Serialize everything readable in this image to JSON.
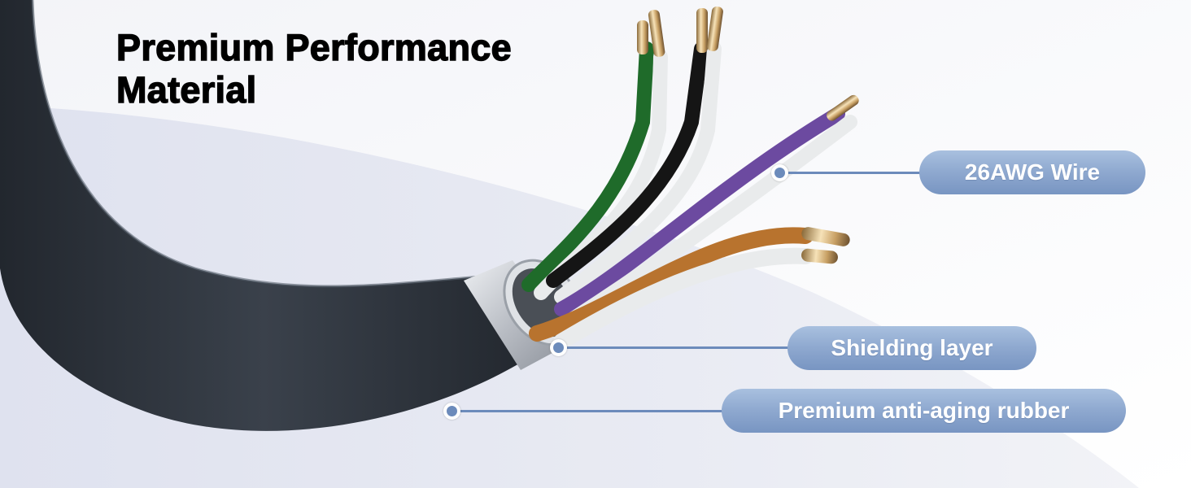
{
  "headline": {
    "line1": "Premium Performance",
    "line2": "Material"
  },
  "callouts": [
    {
      "label": "26AWG Wire",
      "target": "twisted-pair-wire",
      "icon": "callout-dot-icon"
    },
    {
      "label": "Shielding layer",
      "target": "foil-shield",
      "icon": "callout-dot-icon"
    },
    {
      "label": "Premium anti-aging rubber",
      "target": "outer-jacket",
      "icon": "callout-dot-icon"
    }
  ],
  "colors": {
    "accent_line": "#6c8bbb",
    "pill_top": "#a9c0df",
    "pill_bottom": "#7895c2",
    "jacket": "#2f353d",
    "shield": "#c9ccd2",
    "wire_green": "#1f6b2a",
    "wire_black": "#151515",
    "wire_purple": "#6c4aa0",
    "wire_orange": "#b8732e",
    "wire_white": "#e9ebec",
    "conductor_gold": "#e2c28a"
  },
  "product": {
    "subject": "Shielded twisted-pair network cable",
    "wire_pairs": [
      "green",
      "black",
      "purple",
      "orange"
    ]
  }
}
